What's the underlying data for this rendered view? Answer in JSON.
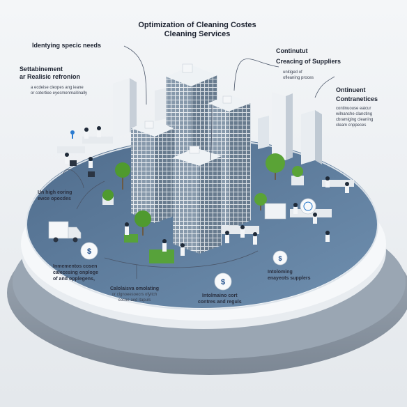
{
  "labels": {
    "title_line1": "Optimization of Cleaning Costes",
    "title_line2": "Cleaning Services",
    "identify": "Identying specic needs",
    "establish_line1": "Settabinement",
    "establish_line2": "ar Realisic refronion",
    "establish_sub1": "a ecdeise clexpes ang ieane",
    "establish_sub2": "or cotertiee eyesmenmaitinally",
    "continuous_line1": "Continutut",
    "continuous_line2": "Creacing of Suppliers",
    "continuous_sub1": "unitiged of",
    "continuous_sub2": "ofleaning proces",
    "contract_line1": "Ontinuent",
    "contract_line2": "Contranetices",
    "contract_sub1": "continuouse eaicur",
    "contract_sub2": "wilnanche clancting",
    "contract_sub3": "cbramiging cleaning",
    "contract_sub4": "cleam cnppeces",
    "high_line1": "Un high eoring",
    "high_line2": "ewce opocdes",
    "implement_line1": "Inmementos cosen",
    "implement_line2": "calecesing onploge",
    "implement_line3": "of and opplegens,",
    "calc_line1": "Calolaisva omolating",
    "calc_line2": "or clgnoeesoecrs ofyitch",
    "calc_line3": "cocoe aed itapuls",
    "inform_line1": "Intolmaino cort",
    "inform_line2": "contres and reguls",
    "intro_line1": "Intoloming",
    "intro_line2": "enayeots supplers"
  },
  "colors": {
    "background": "#f1f3f6",
    "platform_top": "#5f7f9f",
    "platform_ring": "#dfe4ea",
    "platform_base": "#8d99a7",
    "building_glass": "#6f8396",
    "building_frame": "#e6eaee",
    "accent": "#1e73c8",
    "foliage": "#4f9a2f"
  },
  "icons": [
    "delivery-truck-icon",
    "dollar-coin-icon",
    "money-cycle-icon",
    "globe-icon"
  ]
}
